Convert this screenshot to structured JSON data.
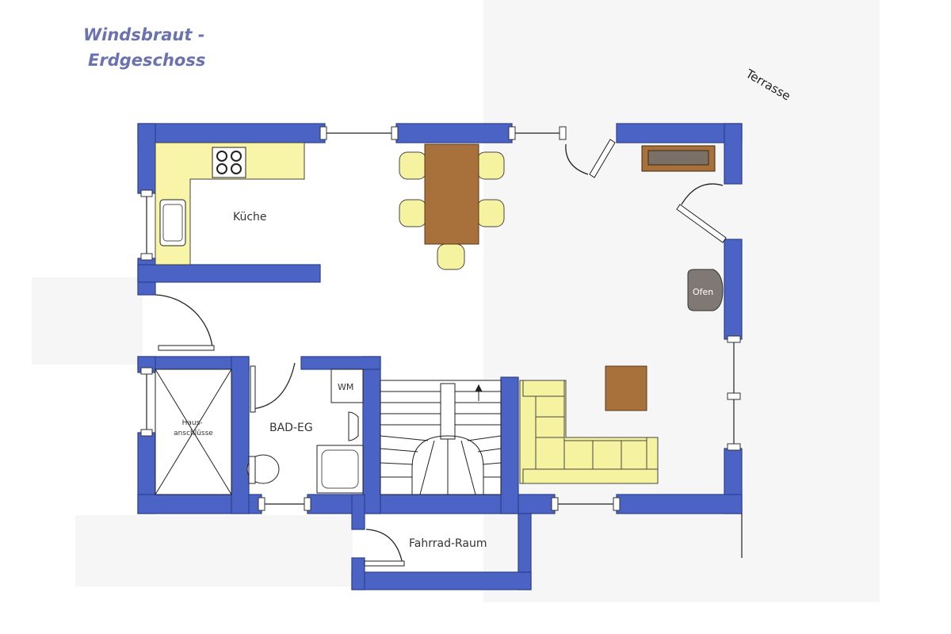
{
  "title": {
    "line1": "Windsbraut -",
    "line2": "Erdgeschoss"
  },
  "rooms": {
    "kitchen": "Küche",
    "bath": "BAD-EG",
    "washing_machine": "WM",
    "utilities": "Haus-\nanschlüsse",
    "bike_room": "Fahrrad-Raum",
    "stove": "Ofen",
    "terrace": "Terrasse"
  },
  "colors": {
    "wall": "#4a63c4",
    "wall_stroke": "#2c3f8f",
    "furniture_yellow": "#f6f3a0",
    "table_brown": "#a8703a",
    "stove_grey": "#807874",
    "counter_yellow": "#f8f5a8"
  }
}
